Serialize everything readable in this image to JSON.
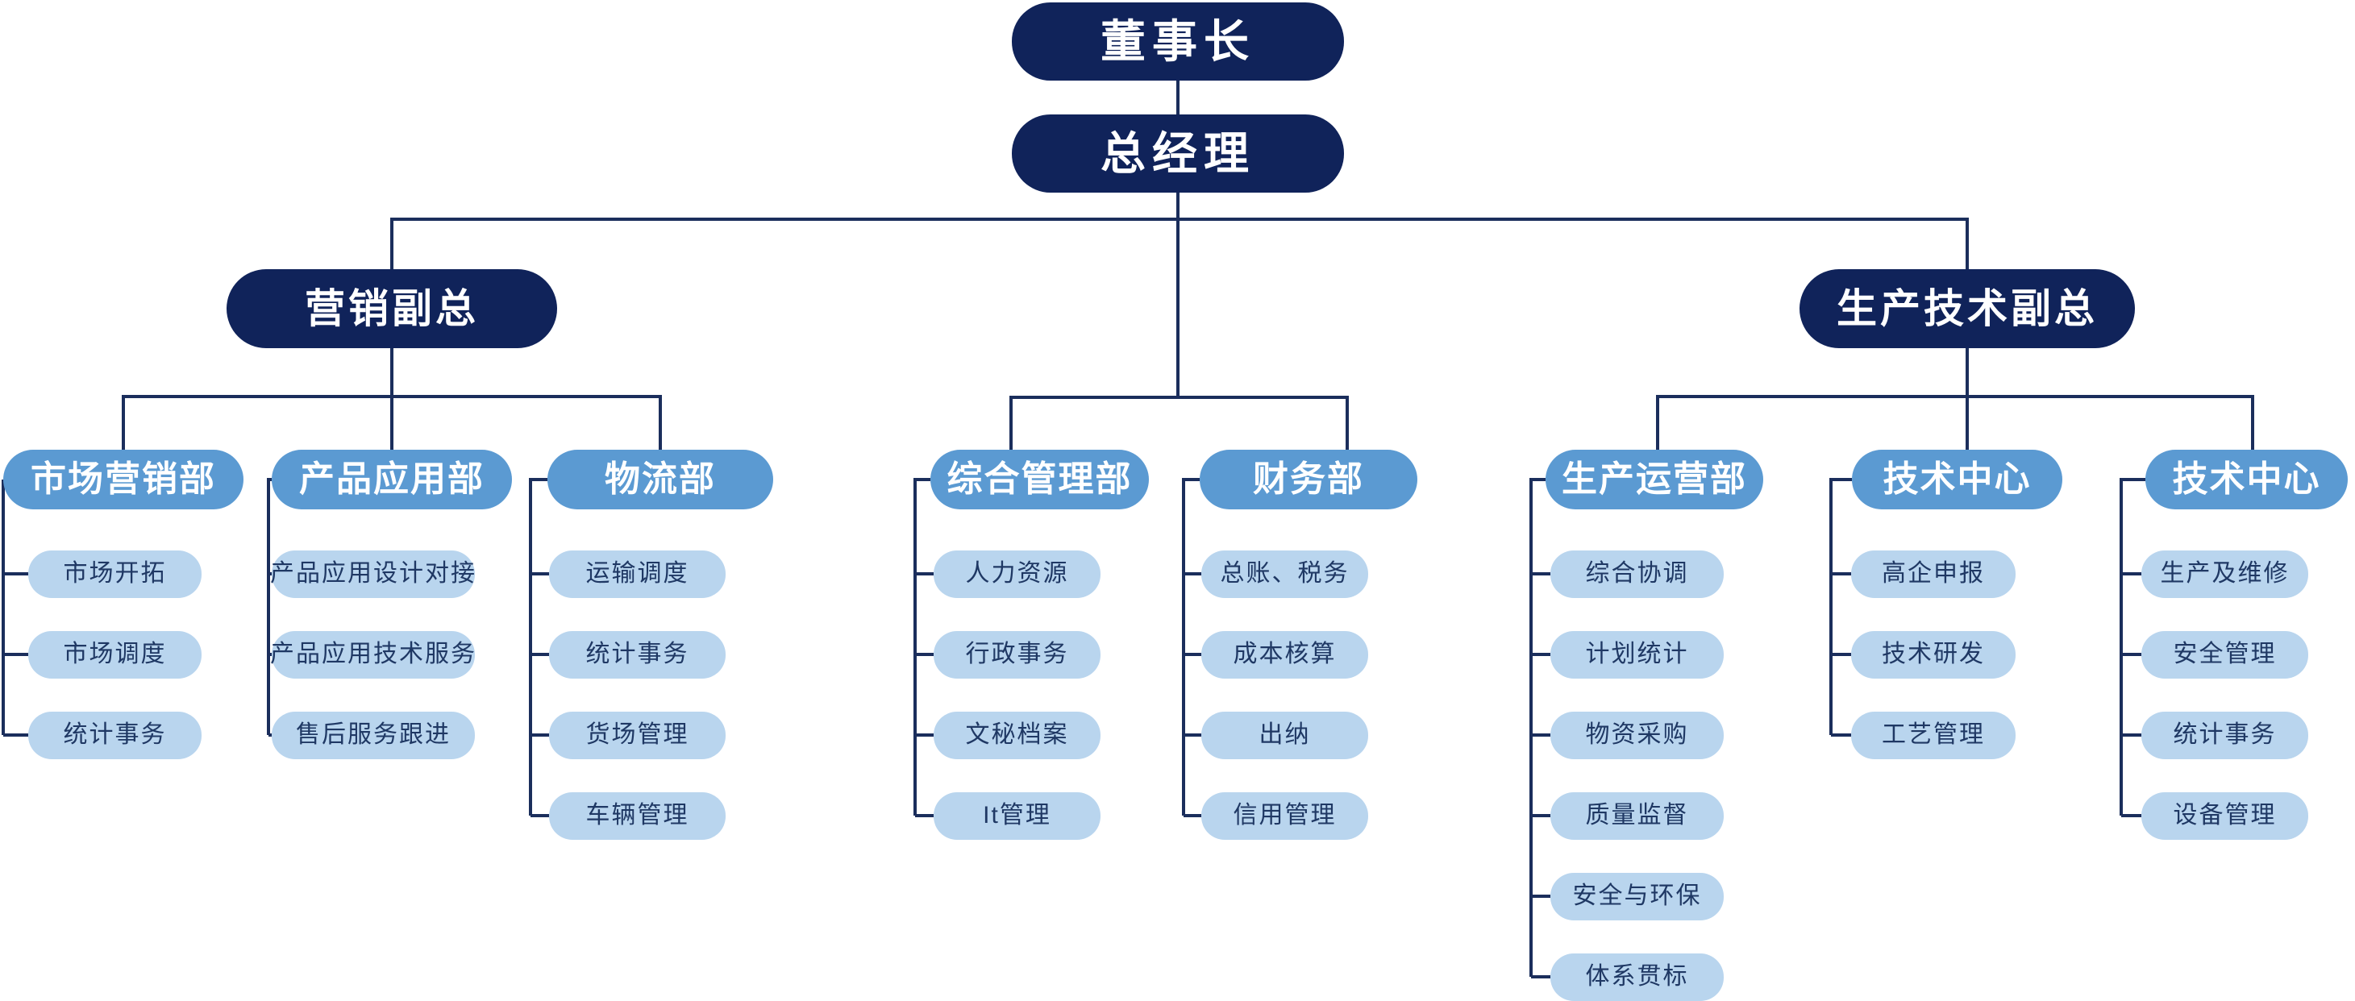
{
  "colors": {
    "background": "#ffffff",
    "navy_fill": "#10235a",
    "mid_blue_fill": "#5b9ad2",
    "light_blue_fill": "#b9d5ee",
    "line": "#1b2e5c",
    "text_on_dark": "#ffffff",
    "text_on_light": "#1f3864"
  },
  "org": {
    "chairman": {
      "label": "董事长"
    },
    "general_manager": {
      "label": "总经理"
    },
    "vps": [
      {
        "id": "vp-marketing",
        "label": "营销副总"
      },
      {
        "id": "vp-production-tech",
        "label": "生产技术副总"
      }
    ],
    "departments": [
      {
        "id": "marketing",
        "label": "市场营销部",
        "children": [
          "市场开拓",
          "市场调度",
          "统计事务"
        ]
      },
      {
        "id": "product-app",
        "label": "产品应用部",
        "children": [
          "产品应用设计对接",
          "产品应用技术服务",
          "售后服务跟进"
        ]
      },
      {
        "id": "logistics",
        "label": "物流部",
        "children": [
          "运输调度",
          "统计事务",
          "货场管理",
          "车辆管理"
        ]
      },
      {
        "id": "general-mgmt",
        "label": "综合管理部",
        "children": [
          "人力资源",
          "行政事务",
          "文秘档案",
          "It管理"
        ]
      },
      {
        "id": "finance",
        "label": "财务部",
        "children": [
          "总账、税务",
          "成本核算",
          "出纳",
          "信用管理"
        ]
      },
      {
        "id": "production-ops",
        "label": "生产运营部",
        "children": [
          "综合协调",
          "计划统计",
          "物资采购",
          "质量监督",
          "安全与环保",
          "体系贯标"
        ]
      },
      {
        "id": "tech-center-1",
        "label": "技术中心",
        "children": [
          "高企申报",
          "技术研发",
          "工艺管理"
        ]
      },
      {
        "id": "tech-center-2",
        "label": "技术中心",
        "children": [
          "生产及维修",
          "安全管理",
          "统计事务",
          "设备管理"
        ]
      }
    ]
  }
}
